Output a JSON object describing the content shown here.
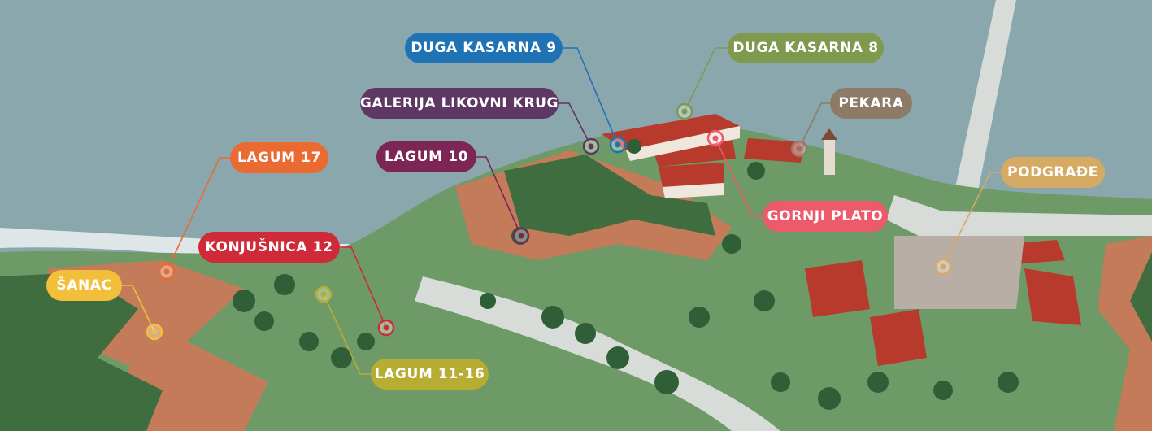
{
  "map": {
    "colors": {
      "sky": "#8aa7ad",
      "river": "#dfe6e8",
      "grass": "#6e9a67",
      "grass_dark": "#3f6d3f",
      "brick": "#c47b5a",
      "roof": "#b83a2d",
      "tree": "#2f5e37",
      "road": "#d8dcd9"
    }
  },
  "locations": [
    {
      "id": "duga-kasarna-9",
      "label": "DUGA KASARNA 9",
      "color": "#1f73b5"
    },
    {
      "id": "duga-kasarna-8",
      "label": "DUGA KASARNA 8",
      "color": "#7f9a4f"
    },
    {
      "id": "galerija-likovni-krug",
      "label": "GALERIJA LIKOVNI KRUG",
      "color": "#5e3762"
    },
    {
      "id": "pekara",
      "label": "PEKARA",
      "color": "#8d7b68"
    },
    {
      "id": "lagum-17",
      "label": "LAGUM 17",
      "color": "#ea6a32"
    },
    {
      "id": "lagum-10",
      "label": "LAGUM 10",
      "color": "#7d2655"
    },
    {
      "id": "podgradje",
      "label": "PODGRAĐE",
      "color": "#d6aa62"
    },
    {
      "id": "gornji-plato",
      "label": "GORNJI PLATO",
      "color": "#ec5a6b"
    },
    {
      "id": "konjusnica-12",
      "label": "KONJUŠNICA 12",
      "color": "#cf2a37"
    },
    {
      "id": "sanac",
      "label": "ŠANAC",
      "color": "#f3bf3a"
    },
    {
      "id": "lagum-11-16",
      "label": "LAGUM 11-16",
      "color": "#b8ad33"
    }
  ]
}
